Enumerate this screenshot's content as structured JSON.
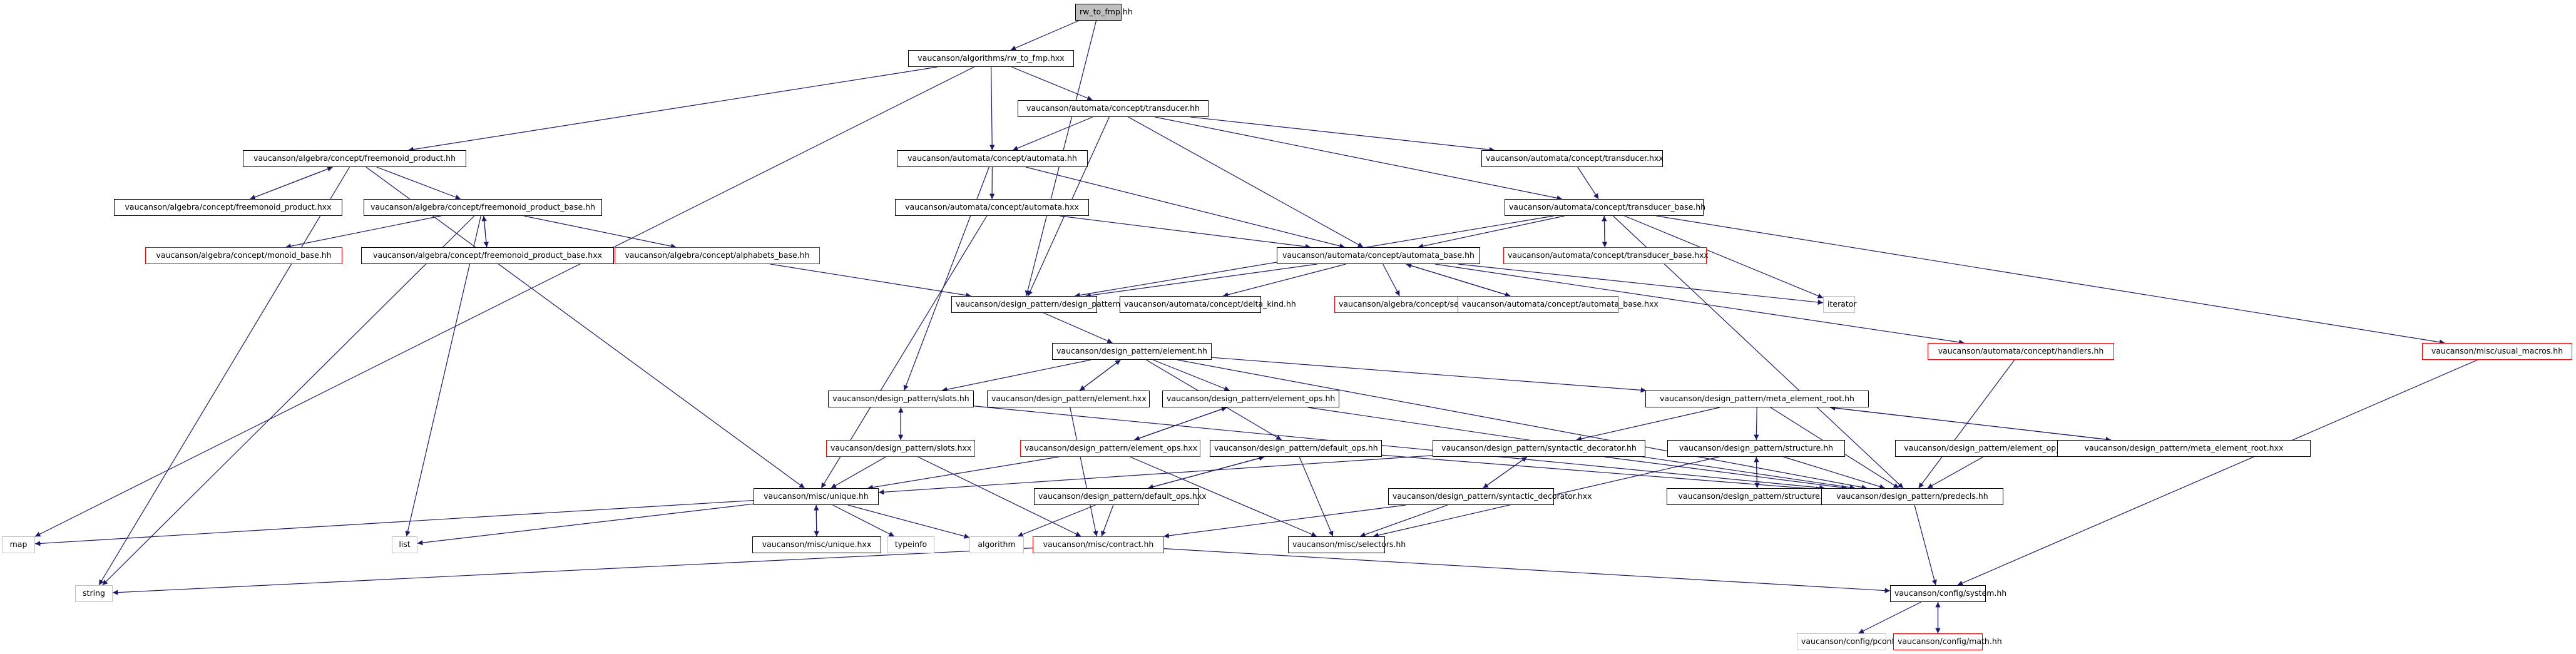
{
  "title": "rw_to_fmp.hh include dependency graph",
  "colors": {
    "edge": "#191970",
    "node_border": "#000000",
    "root_fill": "#bfbfbf",
    "undocumented_border": "#ff0000",
    "external_border": "#bfbfbf"
  },
  "nodes": [
    {
      "id": "n0",
      "label": "rw_to_fmp.hh",
      "kind": "root"
    },
    {
      "id": "n1",
      "label": "vaucanson/algorithms/rw_to_fmp.hxx",
      "kind": "normal"
    },
    {
      "id": "n2",
      "label": "vaucanson/automata/concept/transducer.hh",
      "kind": "normal"
    },
    {
      "id": "n3",
      "label": "vaucanson/algebra/concept/freemonoid_product.hh",
      "kind": "normal"
    },
    {
      "id": "n4",
      "label": "vaucanson/automata/concept/automata.hh",
      "kind": "normal"
    },
    {
      "id": "n5",
      "label": "vaucanson/automata/concept/transducer.hxx",
      "kind": "normal"
    },
    {
      "id": "n6",
      "label": "vaucanson/algebra/concept/freemonoid_product.hxx",
      "kind": "normal"
    },
    {
      "id": "n7",
      "label": "vaucanson/algebra/concept/freemonoid_product_base.hh",
      "kind": "normal"
    },
    {
      "id": "n8",
      "label": "vaucanson/automata/concept/automata.hxx",
      "kind": "normal"
    },
    {
      "id": "n9",
      "label": "vaucanson/automata/concept/transducer_base.hh",
      "kind": "normal"
    },
    {
      "id": "n10",
      "label": "vaucanson/algebra/concept/monoid_base.hh",
      "kind": "missing"
    },
    {
      "id": "n11",
      "label": "vaucanson/algebra/concept/freemonoid_product_base.hxx",
      "kind": "normal"
    },
    {
      "id": "n12",
      "label": "vaucanson/algebra/concept/alphabets_base.hh",
      "kind": "missing"
    },
    {
      "id": "n13",
      "label": "vaucanson/automata/concept/automata_base.hh",
      "kind": "normal"
    },
    {
      "id": "n14",
      "label": "vaucanson/automata/concept/transducer_base.hxx",
      "kind": "missing"
    },
    {
      "id": "n15",
      "label": "vaucanson/design_pattern/design_pattern.hh",
      "kind": "normal"
    },
    {
      "id": "n16",
      "label": "vaucanson/automata/concept/delta_kind.hh",
      "kind": "normal"
    },
    {
      "id": "n17",
      "label": "vaucanson/algebra/concept/series_base.hh",
      "kind": "missing"
    },
    {
      "id": "n18",
      "label": "vaucanson/automata/concept/automata_base.hxx",
      "kind": "missing"
    },
    {
      "id": "n19",
      "label": "iterator",
      "kind": "external"
    },
    {
      "id": "n20",
      "label": "vaucanson/automata/concept/handlers.hh",
      "kind": "missing"
    },
    {
      "id": "n21",
      "label": "vaucanson/misc/usual_macros.hh",
      "kind": "missing"
    },
    {
      "id": "n22",
      "label": "vaucanson/design_pattern/element.hh",
      "kind": "normal"
    },
    {
      "id": "n23",
      "label": "vaucanson/design_pattern/slots.hh",
      "kind": "normal"
    },
    {
      "id": "n24",
      "label": "vaucanson/design_pattern/element.hxx",
      "kind": "normal"
    },
    {
      "id": "n25",
      "label": "vaucanson/design_pattern/element_ops.hh",
      "kind": "normal"
    },
    {
      "id": "n26",
      "label": "vaucanson/design_pattern/meta_element_root.hh",
      "kind": "normal"
    },
    {
      "id": "n27",
      "label": "vaucanson/design_pattern/slots.hxx",
      "kind": "missing"
    },
    {
      "id": "n28",
      "label": "vaucanson/design_pattern/element_ops.hxx",
      "kind": "missing"
    },
    {
      "id": "n29",
      "label": "vaucanson/design_pattern/default_ops.hh",
      "kind": "normal"
    },
    {
      "id": "n30",
      "label": "vaucanson/design_pattern/syntactic_decorator.hh",
      "kind": "normal"
    },
    {
      "id": "n31",
      "label": "vaucanson/design_pattern/structure.hh",
      "kind": "normal"
    },
    {
      "id": "n32",
      "label": "vaucanson/design_pattern/element_op_traits.hh",
      "kind": "normal"
    },
    {
      "id": "n33",
      "label": "vaucanson/design_pattern/meta_element_root.hxx",
      "kind": "normal"
    },
    {
      "id": "n34",
      "label": "vaucanson/misc/unique.hh",
      "kind": "normal"
    },
    {
      "id": "n35",
      "label": "vaucanson/design_pattern/default_ops.hxx",
      "kind": "normal"
    },
    {
      "id": "n36",
      "label": "vaucanson/design_pattern/syntactic_decorator.hxx",
      "kind": "normal"
    },
    {
      "id": "n37",
      "label": "vaucanson/design_pattern/structure.hxx",
      "kind": "normal"
    },
    {
      "id": "n38",
      "label": "vaucanson/design_pattern/predecls.hh",
      "kind": "normal"
    },
    {
      "id": "n39",
      "label": "map",
      "kind": "external"
    },
    {
      "id": "n40",
      "label": "list",
      "kind": "external"
    },
    {
      "id": "n41",
      "label": "vaucanson/misc/unique.hxx",
      "kind": "normal"
    },
    {
      "id": "n42",
      "label": "typeinfo",
      "kind": "external"
    },
    {
      "id": "n43",
      "label": "algorithm",
      "kind": "external"
    },
    {
      "id": "n44",
      "label": "vaucanson/misc/contract.hh",
      "kind": "missing"
    },
    {
      "id": "n45",
      "label": "vaucanson/misc/selectors.hh",
      "kind": "normal"
    },
    {
      "id": "n46",
      "label": "string",
      "kind": "external"
    },
    {
      "id": "n47",
      "label": "vaucanson/config/system.hh",
      "kind": "normal"
    },
    {
      "id": "n48",
      "label": "vaucanson/config/pconf.hh",
      "kind": "external"
    },
    {
      "id": "n49",
      "label": "vaucanson/config/math.hh",
      "kind": "missing"
    }
  ],
  "edges": [
    [
      "n0",
      "n1"
    ],
    [
      "n0",
      "n15"
    ],
    [
      "n1",
      "n2"
    ],
    [
      "n1",
      "n3"
    ],
    [
      "n1",
      "n4"
    ],
    [
      "n1",
      "n39"
    ],
    [
      "n2",
      "n4"
    ],
    [
      "n2",
      "n5"
    ],
    [
      "n2",
      "n9"
    ],
    [
      "n2",
      "n13"
    ],
    [
      "n2",
      "n15"
    ],
    [
      "n3",
      "n6"
    ],
    [
      "n6",
      "n3"
    ],
    [
      "n3",
      "n7"
    ],
    [
      "n3",
      "n34"
    ],
    [
      "n3",
      "n46"
    ],
    [
      "n4",
      "n8"
    ],
    [
      "n4",
      "n13"
    ],
    [
      "n4",
      "n23"
    ],
    [
      "n5",
      "n9"
    ],
    [
      "n7",
      "n10"
    ],
    [
      "n7",
      "n11"
    ],
    [
      "n11",
      "n7"
    ],
    [
      "n7",
      "n12"
    ],
    [
      "n7",
      "n40"
    ],
    [
      "n7",
      "n46"
    ],
    [
      "n8",
      "n13"
    ],
    [
      "n8",
      "n34"
    ],
    [
      "n9",
      "n13"
    ],
    [
      "n9",
      "n14"
    ],
    [
      "n14",
      "n9"
    ],
    [
      "n9",
      "n15"
    ],
    [
      "n9",
      "n19"
    ],
    [
      "n9",
      "n21"
    ],
    [
      "n9",
      "n38"
    ],
    [
      "n12",
      "n15"
    ],
    [
      "n13",
      "n15"
    ],
    [
      "n13",
      "n16"
    ],
    [
      "n13",
      "n17"
    ],
    [
      "n13",
      "n18"
    ],
    [
      "n18",
      "n13"
    ],
    [
      "n13",
      "n19"
    ],
    [
      "n13",
      "n20"
    ],
    [
      "n15",
      "n22"
    ],
    [
      "n20",
      "n38"
    ],
    [
      "n21",
      "n47"
    ],
    [
      "n22",
      "n23"
    ],
    [
      "n22",
      "n24"
    ],
    [
      "n24",
      "n22"
    ],
    [
      "n22",
      "n25"
    ],
    [
      "n22",
      "n26"
    ],
    [
      "n22",
      "n29"
    ],
    [
      "n22",
      "n38"
    ],
    [
      "n23",
      "n27"
    ],
    [
      "n27",
      "n23"
    ],
    [
      "n23",
      "n38"
    ],
    [
      "n24",
      "n44"
    ],
    [
      "n25",
      "n28"
    ],
    [
      "n28",
      "n25"
    ],
    [
      "n25",
      "n38"
    ],
    [
      "n26",
      "n30"
    ],
    [
      "n26",
      "n31"
    ],
    [
      "n26",
      "n33"
    ],
    [
      "n33",
      "n26"
    ],
    [
      "n26",
      "n38"
    ],
    [
      "n27",
      "n34"
    ],
    [
      "n27",
      "n44"
    ],
    [
      "n28",
      "n34"
    ],
    [
      "n28",
      "n45"
    ],
    [
      "n29",
      "n35"
    ],
    [
      "n35",
      "n29"
    ],
    [
      "n29",
      "n45"
    ],
    [
      "n29",
      "n38"
    ],
    [
      "n30",
      "n36"
    ],
    [
      "n36",
      "n30"
    ],
    [
      "n30",
      "n34"
    ],
    [
      "n30",
      "n38"
    ],
    [
      "n31",
      "n37"
    ],
    [
      "n37",
      "n31"
    ],
    [
      "n31",
      "n45"
    ],
    [
      "n31",
      "n38"
    ],
    [
      "n32",
      "n38"
    ],
    [
      "n34",
      "n41"
    ],
    [
      "n41",
      "n34"
    ],
    [
      "n34",
      "n42"
    ],
    [
      "n34",
      "n43"
    ],
    [
      "n34",
      "n39"
    ],
    [
      "n34",
      "n40"
    ],
    [
      "n35",
      "n43"
    ],
    [
      "n35",
      "n44"
    ],
    [
      "n36",
      "n44"
    ],
    [
      "n36",
      "n45"
    ],
    [
      "n38",
      "n47"
    ],
    [
      "n44",
      "n46"
    ],
    [
      "n44",
      "n47"
    ],
    [
      "n47",
      "n48"
    ],
    [
      "n47",
      "n49"
    ],
    [
      "n49",
      "n47"
    ]
  ]
}
